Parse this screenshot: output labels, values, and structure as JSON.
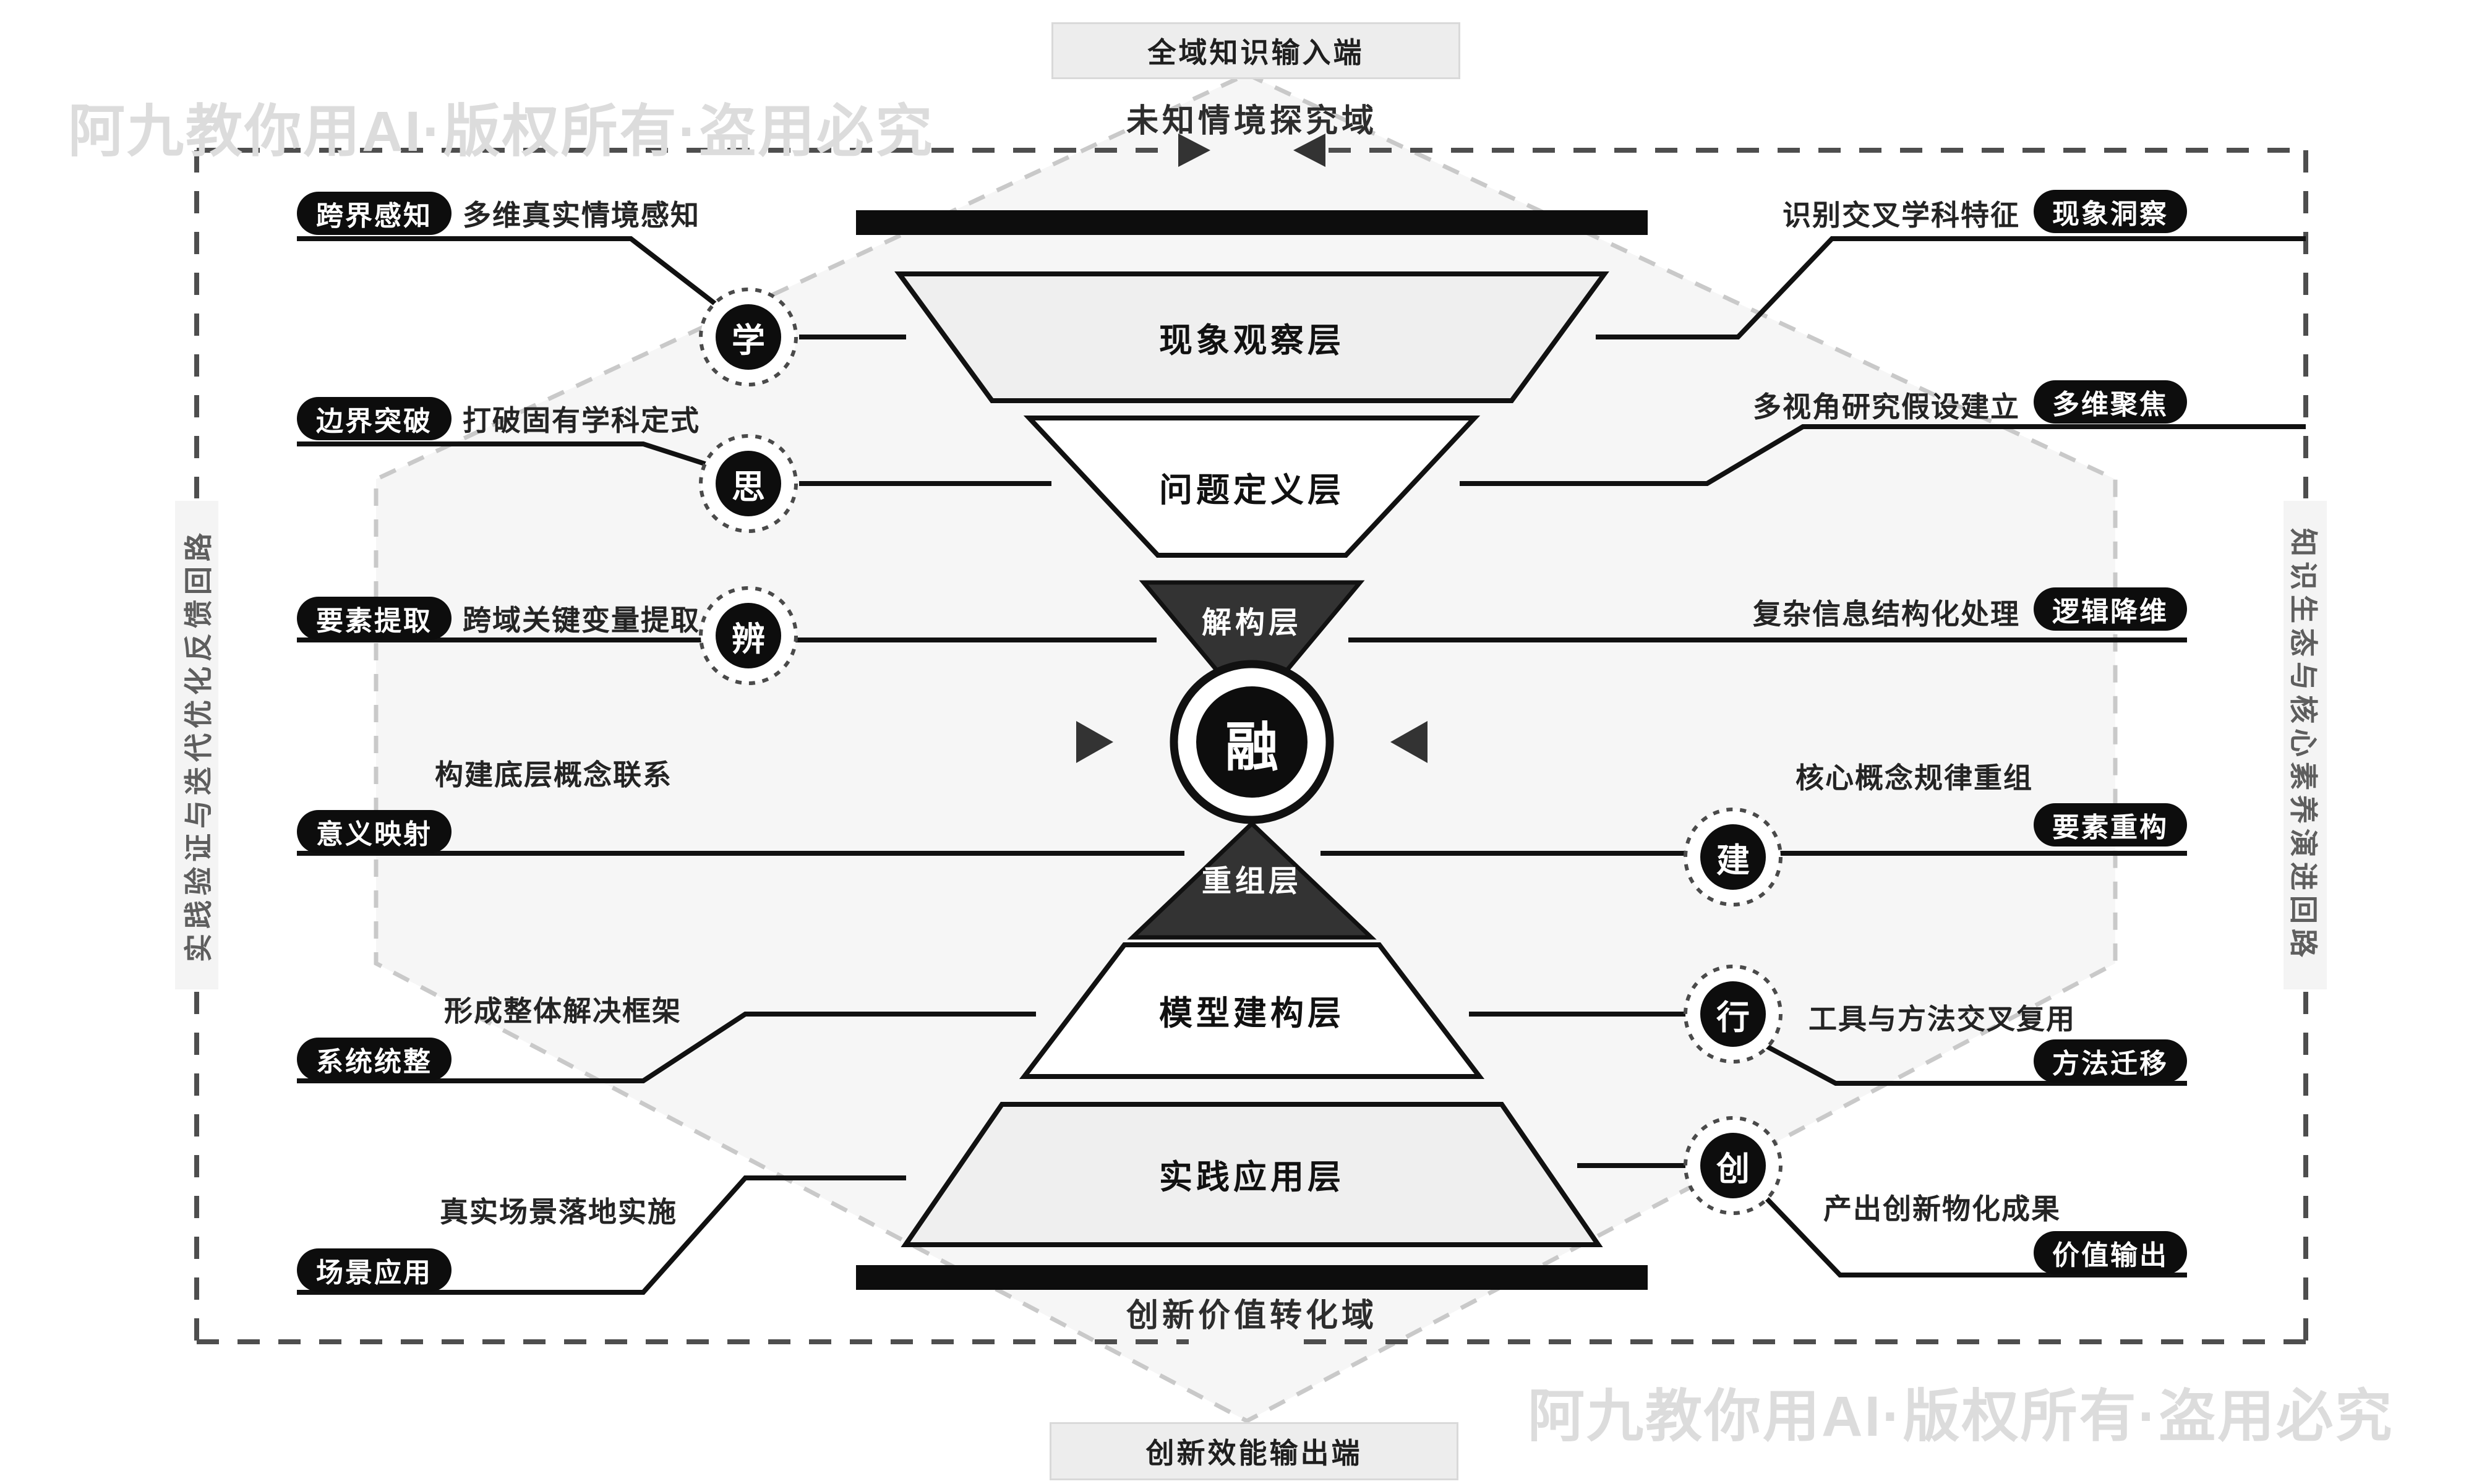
{
  "watermarks": {
    "top_left": "阿九教你用AI·版权所有·盗用必究",
    "bottom_right": "阿九教你用AI·版权所有·盗用必究"
  },
  "io": {
    "input": "全域知识输入端",
    "output": "创新效能输出端"
  },
  "zones": {
    "top": "未知情境探究域",
    "bottom": "创新价值转化域"
  },
  "loops": {
    "left": "实践验证与迭代优化反馈回路",
    "right": "知识生态与核心素养演进回路"
  },
  "funnel": {
    "core": "融",
    "layers": [
      "现象观察层",
      "问题定义层",
      "解构层",
      "重组层",
      "模型建构层",
      "实践应用层"
    ]
  },
  "left_rows": [
    {
      "badge": "跨界感知",
      "desc": "多维真实情境感知",
      "node": "学"
    },
    {
      "badge": "边界突破",
      "desc": "打破固有学科定式",
      "node": "思"
    },
    {
      "badge": "要素提取",
      "desc": "跨域关键变量提取",
      "node": "辨"
    },
    {
      "badge": "意义映射",
      "desc": "构建底层概念联系"
    },
    {
      "badge": "系统统整",
      "desc": "形成整体解决框架"
    },
    {
      "badge": "场景应用",
      "desc": "真实场景落地实施"
    }
  ],
  "right_rows": [
    {
      "badge": "现象洞察",
      "desc": "识别交叉学科特征"
    },
    {
      "badge": "多维聚焦",
      "desc": "多视角研究假设建立"
    },
    {
      "badge": "逻辑降维",
      "desc": "复杂信息结构化处理"
    },
    {
      "badge": "要素重构",
      "desc": "核心概念规律重组",
      "node": "建"
    },
    {
      "badge": "方法迁移",
      "desc": "工具与方法交叉复用",
      "node": "行"
    },
    {
      "badge": "价值输出",
      "desc": "产出创新物化成果",
      "node": "创"
    }
  ],
  "colors": {
    "ink": "#0d0d0d",
    "dark_layer": "#333333",
    "light_layer": "#efefef",
    "hexagon_fill": "#f6f6f6",
    "hexagon_dash": "#c9c9c9",
    "border_dash": "#4e4e4e",
    "watermark": "#dcdcdc",
    "badge_bg": "#ededed"
  }
}
